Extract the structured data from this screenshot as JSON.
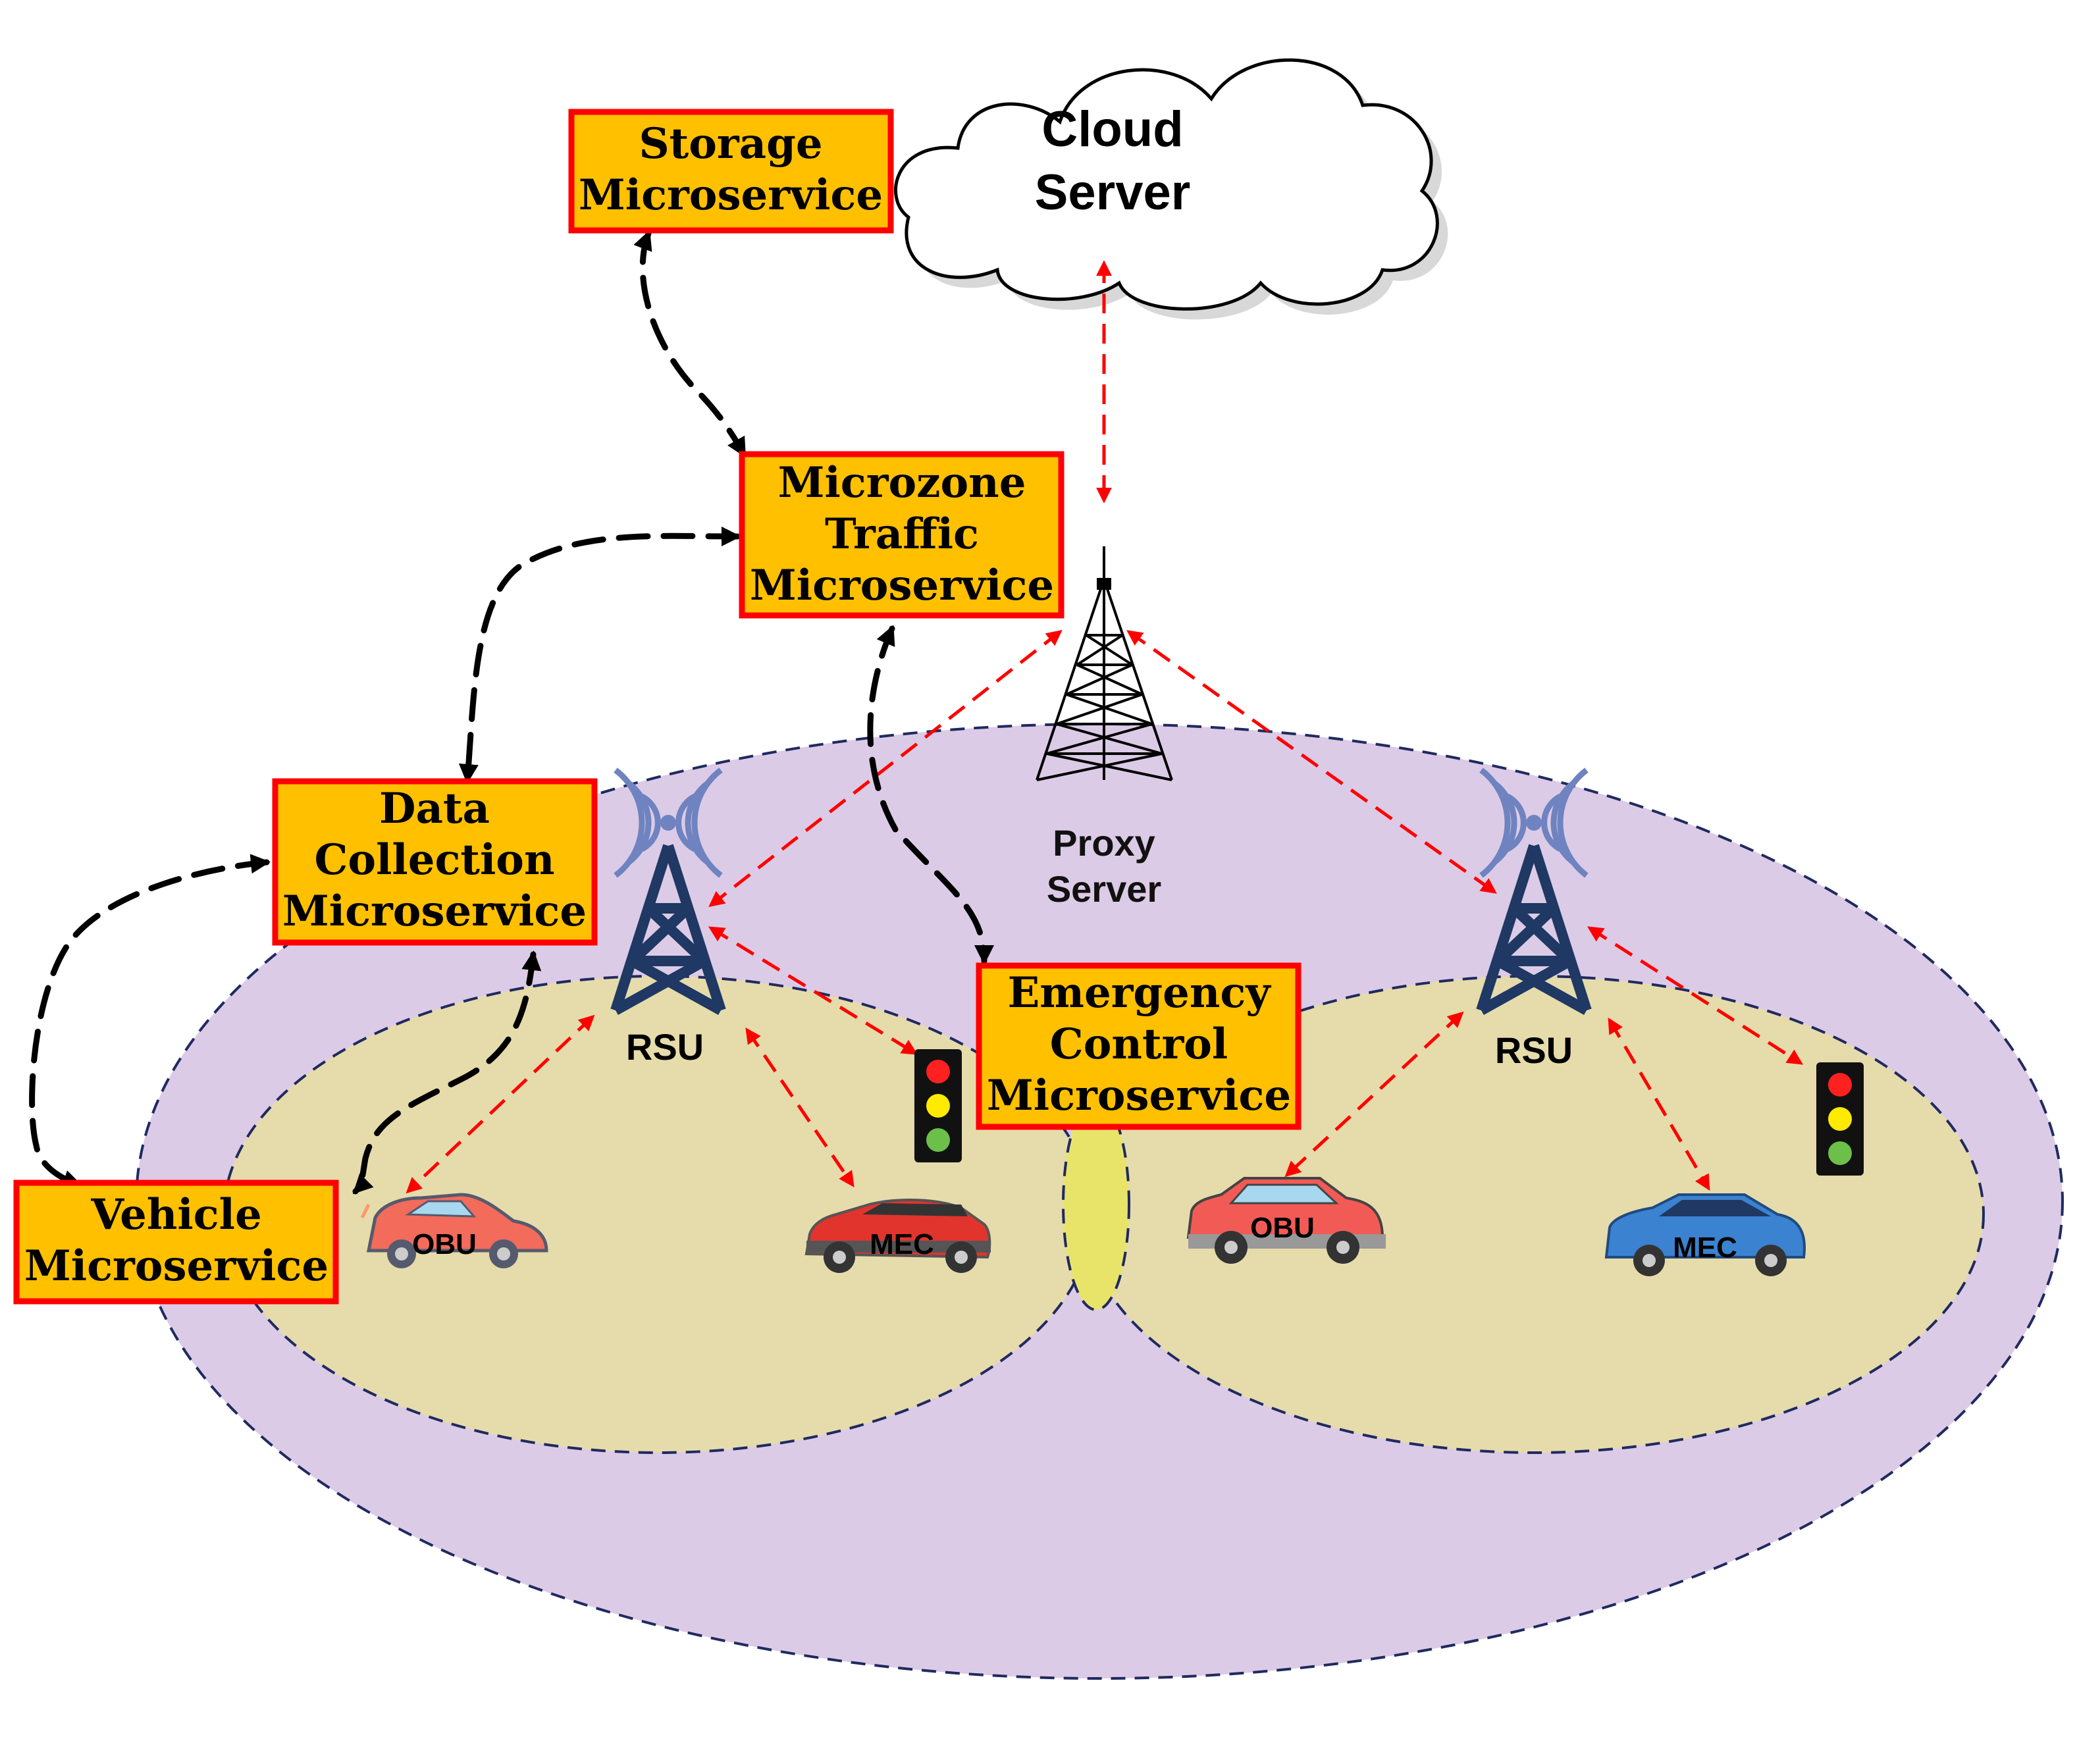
{
  "cloud": {
    "line1": "Cloud",
    "line2": "Server"
  },
  "proxy": {
    "line1": "Proxy",
    "line2": "Server"
  },
  "rsu_left": {
    "label": "RSU"
  },
  "rsu_right": {
    "label": "RSU"
  },
  "microservices": {
    "storage": {
      "line1": "Storage",
      "line2": "Microservice"
    },
    "microzone": {
      "line1": "Microzone",
      "line2": "Traffic",
      "line3": "Microservice"
    },
    "data_collection": {
      "line1": "Data",
      "line2": "Collection",
      "line3": "Microservice"
    },
    "emergency": {
      "line1": "Emergency",
      "line2": "Control",
      "line3": "Microservice"
    },
    "vehicle": {
      "line1": "Vehicle",
      "line2": "Microservice"
    }
  },
  "vehicles": {
    "left_obu": {
      "label": "OBU"
    },
    "left_mec": {
      "label": "MEC"
    },
    "right_obu": {
      "label": "OBU"
    },
    "right_mec": {
      "label": "MEC"
    }
  },
  "colors": {
    "outer_zone": "#dccbe6",
    "inner_zone": "#e6dbab",
    "box_fill": "#ffc000",
    "box_border": "#ff0000",
    "red_link": "#ff0000",
    "black_link": "#000000",
    "tower_blue": "#1f3864",
    "signal_blue": "#6f83c0"
  }
}
